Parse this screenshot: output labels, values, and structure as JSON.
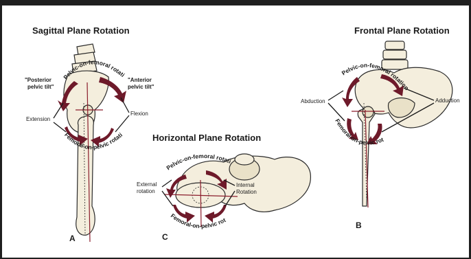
{
  "panel_a": {
    "title": "Sagittal Plane Rotation",
    "posterior_tilt_line1": "\"Posterior",
    "posterior_tilt_line2": "pelvic tilt\"",
    "anterior_tilt_line1": "\"Anterior",
    "anterior_tilt_line2": "pelvic tilt\"",
    "extension": "Extension",
    "flexion": "Flexion",
    "upper_arc": "Pelvic-on-femoral rotation",
    "lower_arc": "Femoral-on-pelvic rotation",
    "letter": "A"
  },
  "panel_b": {
    "title": "Frontal Plane Rotation",
    "abduction": "Abduction",
    "adduction": "Adduction",
    "upper_arc": "Pelvic-on-femoral rotation",
    "lower_arc": "Femoral-on-pelvic rotation",
    "letter": "B"
  },
  "panel_c": {
    "title": "Horizontal Plane Rotation",
    "external_line1": "External",
    "external_line2": "rotation",
    "internal_line1": "Internal",
    "internal_line2": "Rotation",
    "upper_arc": "Pelvic-on-femoral rotation",
    "lower_arc": "Femoral-on-pelvic rotation",
    "letter": "C"
  },
  "colors": {
    "arrow": "#6e1a2a",
    "bone": "#f4eedd",
    "axis": "#8a1c2b",
    "border": "#1f1f1f"
  }
}
